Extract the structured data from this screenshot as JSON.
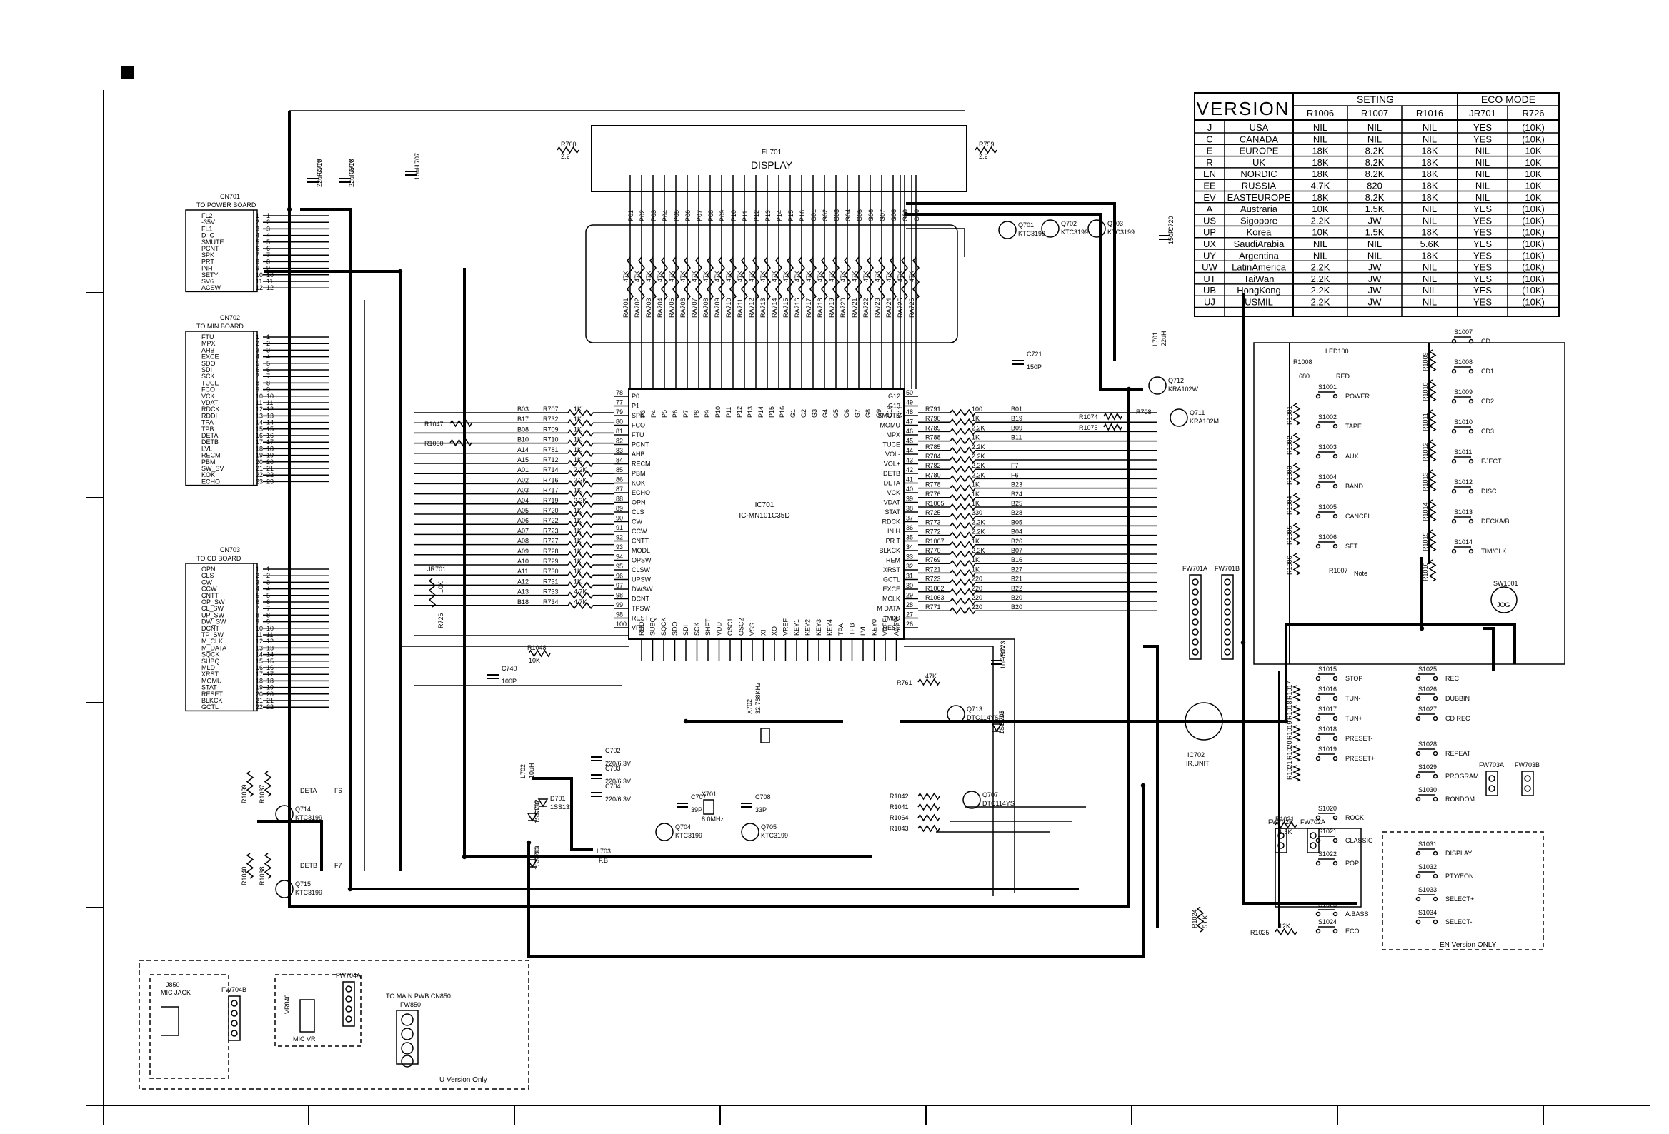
{
  "display": {
    "ref": "FL701",
    "name": "DISPLAY"
  },
  "ic": {
    "ref": "IC701",
    "part": "IC-MN101C35D"
  },
  "connectors": [
    {
      "ref": "CN701",
      "dest": "TO POWER BOARD",
      "pins": [
        "FL2",
        "-35V",
        "FL1",
        "D_C",
        "SMUTE",
        "PCNT",
        "SPK",
        "PRT",
        "INH",
        "SETY",
        "SV6",
        "ACSW"
      ]
    },
    {
      "ref": "CN702",
      "dest": "TO MIN BOARD",
      "pins": [
        "FTU",
        "MPX",
        "AHB",
        "EXCE",
        "SDO",
        "SDI",
        "SCK",
        "TUCE",
        "FCO",
        "VCK",
        "VDAT",
        "RDCK",
        "RDDI",
        "TPA",
        "TPB",
        "DETA",
        "DETB",
        "LVL",
        "RECM",
        "PBM",
        "SW_SV",
        "KOK",
        "ECHO"
      ]
    },
    {
      "ref": "CN703",
      "dest": "TO CD BOARD",
      "pins": [
        "OPN",
        "CLS",
        "CW",
        "CCW",
        "CNTT",
        "OP_SW",
        "CL_SW",
        "UP_SW",
        "DW_SW",
        "DCNT",
        "TP_SW",
        "M_CLK",
        "M_DATA",
        "SQCK",
        "SUBQ",
        "MLD",
        "XRST",
        "MOMU",
        "STAT",
        "RESET",
        "BLKCK",
        "GCTL"
      ]
    }
  ],
  "version_table": {
    "title": "VERSION",
    "group_seting": "SETING",
    "group_eco": "ECO MODE",
    "columns": [
      "R1006",
      "R1007",
      "R1016",
      "JR701",
      "R726"
    ],
    "rows": [
      {
        "code": "J",
        "name": "USA",
        "v": [
          "NIL",
          "NIL",
          "NIL",
          "YES",
          "(10K)"
        ]
      },
      {
        "code": "C",
        "name": "CANADA",
        "v": [
          "NIL",
          "NIL",
          "NIL",
          "YES",
          "(10K)"
        ]
      },
      {
        "code": "E",
        "name": "EUROPE",
        "v": [
          "18K",
          "8.2K",
          "18K",
          "NIL",
          "10K"
        ]
      },
      {
        "code": "R",
        "name": "UK",
        "v": [
          "18K",
          "8.2K",
          "18K",
          "NIL",
          "10K"
        ]
      },
      {
        "code": "EN",
        "name": "NORDIC",
        "v": [
          "18K",
          "8.2K",
          "18K",
          "NIL",
          "10K"
        ]
      },
      {
        "code": "EE",
        "name": "RUSSIA",
        "v": [
          "4.7K",
          "820",
          "18K",
          "NIL",
          "10K"
        ]
      },
      {
        "code": "EV",
        "name": "EASTEUROPE",
        "v": [
          "18K",
          "8.2K",
          "18K",
          "NIL",
          "10K"
        ]
      },
      {
        "code": "A",
        "name": "Austraria",
        "v": [
          "10K",
          "1.5K",
          "NIL",
          "YES",
          "(10K)"
        ]
      },
      {
        "code": "US",
        "name": "Sigopore",
        "v": [
          "2.2K",
          "JW",
          "NIL",
          "YES",
          "(10K)"
        ]
      },
      {
        "code": "UP",
        "name": "Korea",
        "v": [
          "10K",
          "1.5K",
          "18K",
          "YES",
          "(10K)"
        ]
      },
      {
        "code": "UX",
        "name": "SaudiArabia",
        "v": [
          "NIL",
          "NIL",
          "5.6K",
          "YES",
          "(10K)"
        ]
      },
      {
        "code": "UY",
        "name": "Argentina",
        "v": [
          "NIL",
          "NIL",
          "18K",
          "YES",
          "(10K)"
        ]
      },
      {
        "code": "UW",
        "name": "LatinAmerica",
        "v": [
          "2.2K",
          "JW",
          "NIL",
          "YES",
          "(10K)"
        ]
      },
      {
        "code": "UT",
        "name": "TaiWan",
        "v": [
          "2.2K",
          "JW",
          "NIL",
          "YES",
          "(10K)"
        ]
      },
      {
        "code": "UB",
        "name": "HongKong",
        "v": [
          "2.2K",
          "JW",
          "NIL",
          "YES",
          "(10K)"
        ]
      },
      {
        "code": "UJ",
        "name": "USMIL",
        "v": [
          "2.2K",
          "JW",
          "NIL",
          "YES",
          "(10K)"
        ]
      }
    ]
  },
  "ic_left_pins": [
    {
      "n": "78",
      "s": "P0"
    },
    {
      "n": "77",
      "s": "P1"
    },
    {
      "n": "79",
      "s": "SPK"
    },
    {
      "n": "80",
      "s": "FCO"
    },
    {
      "n": "81",
      "s": "FTU"
    },
    {
      "n": "82",
      "s": "PCNT"
    },
    {
      "n": "83",
      "s": "AHB"
    },
    {
      "n": "84",
      "s": "RECM"
    },
    {
      "n": "85",
      "s": "PBM"
    },
    {
      "n": "86",
      "s": "KOK"
    },
    {
      "n": "87",
      "s": "ECHO"
    },
    {
      "n": "88",
      "s": "OPN"
    },
    {
      "n": "89",
      "s": "CLS"
    },
    {
      "n": "90",
      "s": "CW"
    },
    {
      "n": "91",
      "s": "CCW"
    },
    {
      "n": "92",
      "s": "CNTT"
    },
    {
      "n": "93",
      "s": "MODL"
    },
    {
      "n": "94",
      "s": "OPSW"
    },
    {
      "n": "95",
      "s": "CLSW"
    },
    {
      "n": "96",
      "s": "UPSW"
    },
    {
      "n": "97",
      "s": "DWSW"
    },
    {
      "n": "98",
      "s": "DCNT"
    },
    {
      "n": "99",
      "s": "TPSW"
    },
    {
      "n": "98",
      "s": "REST"
    },
    {
      "n": "100",
      "s": "VPP"
    }
  ],
  "ic_right_pins": [
    {
      "n": "50",
      "s": "G12"
    },
    {
      "n": "49",
      "s": "G13"
    },
    {
      "n": "48",
      "s": "SMUTE"
    },
    {
      "n": "47",
      "s": "MOMU"
    },
    {
      "n": "46",
      "s": "MPX"
    },
    {
      "n": "45",
      "s": "TUCE"
    },
    {
      "n": "44",
      "s": "VOL-"
    },
    {
      "n": "43",
      "s": "VOL+"
    },
    {
      "n": "42",
      "s": "DETB"
    },
    {
      "n": "41",
      "s": "DETA"
    },
    {
      "n": "40",
      "s": "VCK"
    },
    {
      "n": "39",
      "s": "VDAT"
    },
    {
      "n": "38",
      "s": "STAT"
    },
    {
      "n": "37",
      "s": "RDCK"
    },
    {
      "n": "36",
      "s": "IN H"
    },
    {
      "n": "35",
      "s": "PR T"
    },
    {
      "n": "34",
      "s": "BLKCK"
    },
    {
      "n": "33",
      "s": "REM"
    },
    {
      "n": "32",
      "s": "XRST"
    },
    {
      "n": "31",
      "s": "GCTL"
    },
    {
      "n": "30",
      "s": "EXCE"
    },
    {
      "n": "29",
      "s": "MCLK"
    },
    {
      "n": "28",
      "s": "M DATA"
    },
    {
      "n": "27",
      "s": "MLD"
    },
    {
      "n": "26",
      "s": "RESE"
    }
  ],
  "left_res": [
    {
      "r": "R707",
      "v": "1K",
      "net": "B03"
    },
    {
      "r": "R732",
      "v": "1K",
      "net": "B17"
    },
    {
      "r": "R709",
      "v": "1K",
      "net": "B08"
    },
    {
      "r": "R710",
      "v": "1K",
      "net": "B10"
    },
    {
      "r": "R781",
      "v": "1K",
      "net": "A14"
    },
    {
      "r": "R712",
      "v": "1K",
      "net": "A15"
    },
    {
      "r": "R714",
      "v": "2.2K",
      "net": "A01"
    },
    {
      "r": "R716",
      "v": "2.2K",
      "net": "A02"
    },
    {
      "r": "R717",
      "v": "1K",
      "net": "A03"
    },
    {
      "r": "R719",
      "v": "2.2K",
      "net": "A04"
    },
    {
      "r": "R720",
      "v": "1K",
      "net": "A05"
    },
    {
      "r": "R722",
      "v": "1K",
      "net": "A06"
    },
    {
      "r": "R723",
      "v": "1K",
      "net": "A07"
    },
    {
      "r": "R727",
      "v": "1K",
      "net": "A08"
    },
    {
      "r": "R728",
      "v": "1K",
      "net": "A09"
    },
    {
      "r": "R729",
      "v": "1K",
      "net": "A10"
    },
    {
      "r": "R730",
      "v": "1K",
      "net": "A11"
    },
    {
      "r": "R731",
      "v": "1K",
      "net": "A12"
    },
    {
      "r": "R733",
      "v": "4.7K",
      "net": "A13"
    },
    {
      "r": "R734",
      "v": "4.7K",
      "net": "B18"
    }
  ],
  "right_res": [
    {
      "r": "R791",
      "v": "100",
      "net": "B01"
    },
    {
      "r": "R790",
      "v": "1K",
      "net": "B19"
    },
    {
      "r": "R789",
      "v": "2.2K",
      "net": "B09"
    },
    {
      "r": "R788",
      "v": "1K",
      "net": "B11"
    },
    {
      "r": "R785",
      "v": "2.2K",
      "net": ""
    },
    {
      "r": "R784",
      "v": "2.2K",
      "net": ""
    },
    {
      "r": "R782",
      "v": "2.2K",
      "net": "F7"
    },
    {
      "r": "R780",
      "v": "2.2K",
      "net": "F6"
    },
    {
      "r": "R778",
      "v": "1K",
      "net": "B23"
    },
    {
      "r": "R776",
      "v": "1K",
      "net": "B24"
    },
    {
      "r": "R1065",
      "v": "1K",
      "net": "B25"
    },
    {
      "r": "R725",
      "v": "330",
      "net": "B28"
    },
    {
      "r": "R773",
      "v": "2.2K",
      "net": "B05"
    },
    {
      "r": "R772",
      "v": "2.2K",
      "net": "B04"
    },
    {
      "r": "R1067",
      "v": "1K",
      "net": "B26"
    },
    {
      "r": "R770",
      "v": "2.2K",
      "net": "B07"
    },
    {
      "r": "R769",
      "v": "1K",
      "net": "B16"
    },
    {
      "r": "R721",
      "v": "1K",
      "net": "B27"
    },
    {
      "r": "R723",
      "v": "220",
      "net": "B21"
    },
    {
      "r": "R1062",
      "v": "220",
      "net": "B22"
    },
    {
      "r": "R1063",
      "v": "220",
      "net": "B20"
    },
    {
      "r": "R771",
      "v": "220",
      "net": "B20"
    }
  ],
  "keys_right": [
    {
      "s": "S1001",
      "l": "POWER"
    },
    {
      "s": "S1002",
      "l": "TAPE"
    },
    {
      "s": "S1003",
      "l": "AUX"
    },
    {
      "s": "S1004",
      "l": "BAND"
    },
    {
      "s": "S1005",
      "l": "CANCEL"
    },
    {
      "s": "S1006",
      "l": "SET"
    }
  ],
  "keys_far": [
    {
      "s": "S1007",
      "l": "CD"
    },
    {
      "s": "S1008",
      "l": "CD1"
    },
    {
      "s": "S1009",
      "l": "CD2"
    },
    {
      "s": "S1010",
      "l": "CD3"
    },
    {
      "s": "S1011",
      "l": "EJECT"
    },
    {
      "s": "S1012",
      "l": "DISC"
    },
    {
      "s": "S1013",
      "l": "DECKA/B"
    },
    {
      "s": "S1014",
      "l": "TIM/CLK"
    }
  ],
  "keys_mid": [
    {
      "s": "S1015",
      "l": "STOP"
    },
    {
      "s": "S1016",
      "l": "TUN-"
    },
    {
      "s": "S1017",
      "l": "TUN+"
    },
    {
      "s": "S1018",
      "l": "PRESET-"
    },
    {
      "s": "S1019",
      "l": "PRESET+"
    },
    {
      "s": "S1020",
      "l": "ROCK"
    },
    {
      "s": "S1021",
      "l": "CLASSIC"
    },
    {
      "s": "S1022",
      "l": "POP"
    },
    {
      "s": "S1023",
      "l": "A.BASS"
    },
    {
      "s": "S1024",
      "l": "ECO"
    }
  ],
  "keys_mid2": [
    {
      "s": "S1025",
      "l": "REC"
    },
    {
      "s": "S1026",
      "l": "DUBBIN"
    },
    {
      "s": "S1027",
      "l": "CD REC"
    },
    {
      "s": "S1028",
      "l": "REPEAT"
    },
    {
      "s": "S1029",
      "l": "PROGRAM"
    },
    {
      "s": "S1030",
      "l": "RONDOM"
    },
    {
      "s": "S1031",
      "l": "DISPLAY"
    },
    {
      "s": "S1032",
      "l": "PTY/EON"
    },
    {
      "s": "S1033",
      "l": "SELECT+"
    },
    {
      "s": "S1034",
      "l": "SELECT-"
    }
  ],
  "misc": {
    "led": "LED100",
    "led_color": "RED",
    "r1008": "R1008",
    "r1008v": "680",
    "sw1001": "SW1001",
    "sw1001l": "JOG",
    "ic702": "IC702",
    "ic702l": "IR,UNIT",
    "fw701a": "FW701A",
    "fw701b": "FW701B",
    "fw702a": "FW702A",
    "fw702b": "FW702B",
    "fw703a": "FW703A",
    "fw703b": "FW703B",
    "r1007": "R1007",
    "r1007l": "Note",
    "en_only": "EN Version ONLY",
    "u_only": "U Version Only",
    "j850": "J850",
    "j850l": "MIC JACK",
    "vr840": "VR840",
    "vr840l": "MIC VR",
    "fw850": "FW850",
    "fw850l": "TO MAIN PWB CN850",
    "fw704b": "FW704B",
    "fw704a": "FW704A",
    "q701": "Q701",
    "q701p": "KTC3199",
    "q702": "Q702",
    "q702p": "KTC3199",
    "q703": "Q703",
    "q703p": "KTC3199",
    "q711": "Q711",
    "q712": "Q712",
    "q711p": "KRA102M",
    "q712p": "KRA102W",
    "q713": "Q713",
    "q713p": "DTC114YS",
    "q707": "Q707",
    "q707p": "DTC114YS",
    "q714": "Q714",
    "q714p": "KTC3199",
    "q715": "Q715",
    "q715p": "KTC3199",
    "q704": "Q704",
    "q704p": "KTC3199",
    "q705": "Q705",
    "q705p": "KTC3199",
    "x701": "X701",
    "x701v": "8.0MHz",
    "x702": "X702",
    "x702v": "32.768KHz",
    "l701": "L701",
    "l701v": "22uH",
    "l702": "L702",
    "l702v": "10uH",
    "l703": "L703",
    "l703v": "F.B",
    "l707": "L707",
    "l707v": "10uH",
    "c719": "C719",
    "c719v": "22uF/50V",
    "c718": "C718",
    "c718v": "22uF/50V",
    "c720": "C720",
    "c720v": "150P",
    "c721": "C721",
    "c721v": "150P",
    "c740": "C740",
    "c740v": "100P",
    "c723": "C723",
    "c723v": "1uF/50V",
    "c702": "C702",
    "c702v": "220/6.3V",
    "c703": "C703",
    "c703v": "220/6.3V",
    "c704": "C704",
    "c704v": "220/6.3V",
    "c707": "C707",
    "c707v": "39P",
    "c708": "C708",
    "c708v": "33P",
    "r760": "R760",
    "r760v": "2.2",
    "r759": "R759",
    "r759v": "2.2",
    "jr701": "JR701",
    "r726": "R726",
    "r726v": "10K",
    "d701": "D701",
    "d701p": "1SS133",
    "d702": "D702",
    "d702p": "1SS133",
    "d703": "D703",
    "d703p": "1SS133",
    "d705": "D705",
    "d705p": "1SS133",
    "r1047": "R1047",
    "r1060": "R1060",
    "r1048": "R1048",
    "r1048v": "10K",
    "r1039": "R1039",
    "r1037": "R1037",
    "r1040": "R1040",
    "r1038": "R1038",
    "r1042": "R1042",
    "r1041": "R1041",
    "r1064": "R1064",
    "r1043": "R1043",
    "r1074": "R1074",
    "r1075": "R1075",
    "r708": "R708",
    "r761": "R761",
    "r761v": "47K",
    "r1024": "R1024",
    "r1024v": "5.6K",
    "r1025": "R1025",
    "r1025v": "12K",
    "r1021": "R1021",
    "r1021v": "1.5K",
    "deta": "DETA",
    "detb": "DETB",
    "f6": "F6",
    "f7": "F7"
  }
}
